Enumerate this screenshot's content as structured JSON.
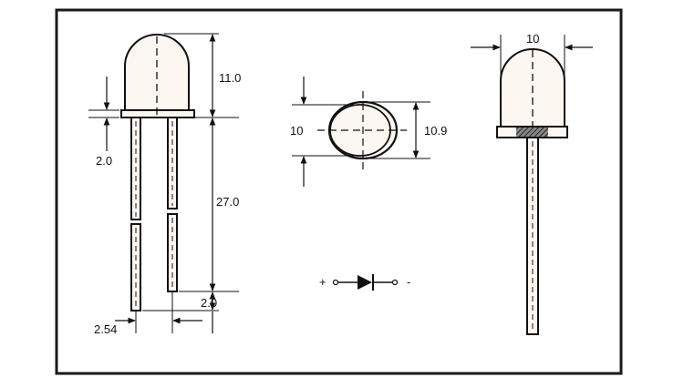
{
  "dimensions": {
    "lens_height": "11.0",
    "flange_to_leads": "2.0",
    "lead_length": "27.0",
    "lead_bottom": "2.0",
    "lead_spacing": "2.54",
    "body_diameter": "10",
    "flange_diameter": "10.9",
    "side_diameter": "10"
  },
  "polarity": {
    "anode": "+",
    "cathode": "-"
  },
  "colors": {
    "line": "#111111",
    "lens_fill": "#fdf7f2",
    "background": "#ffffff",
    "frame": "#1a1a1a",
    "hatch": "#333333"
  }
}
